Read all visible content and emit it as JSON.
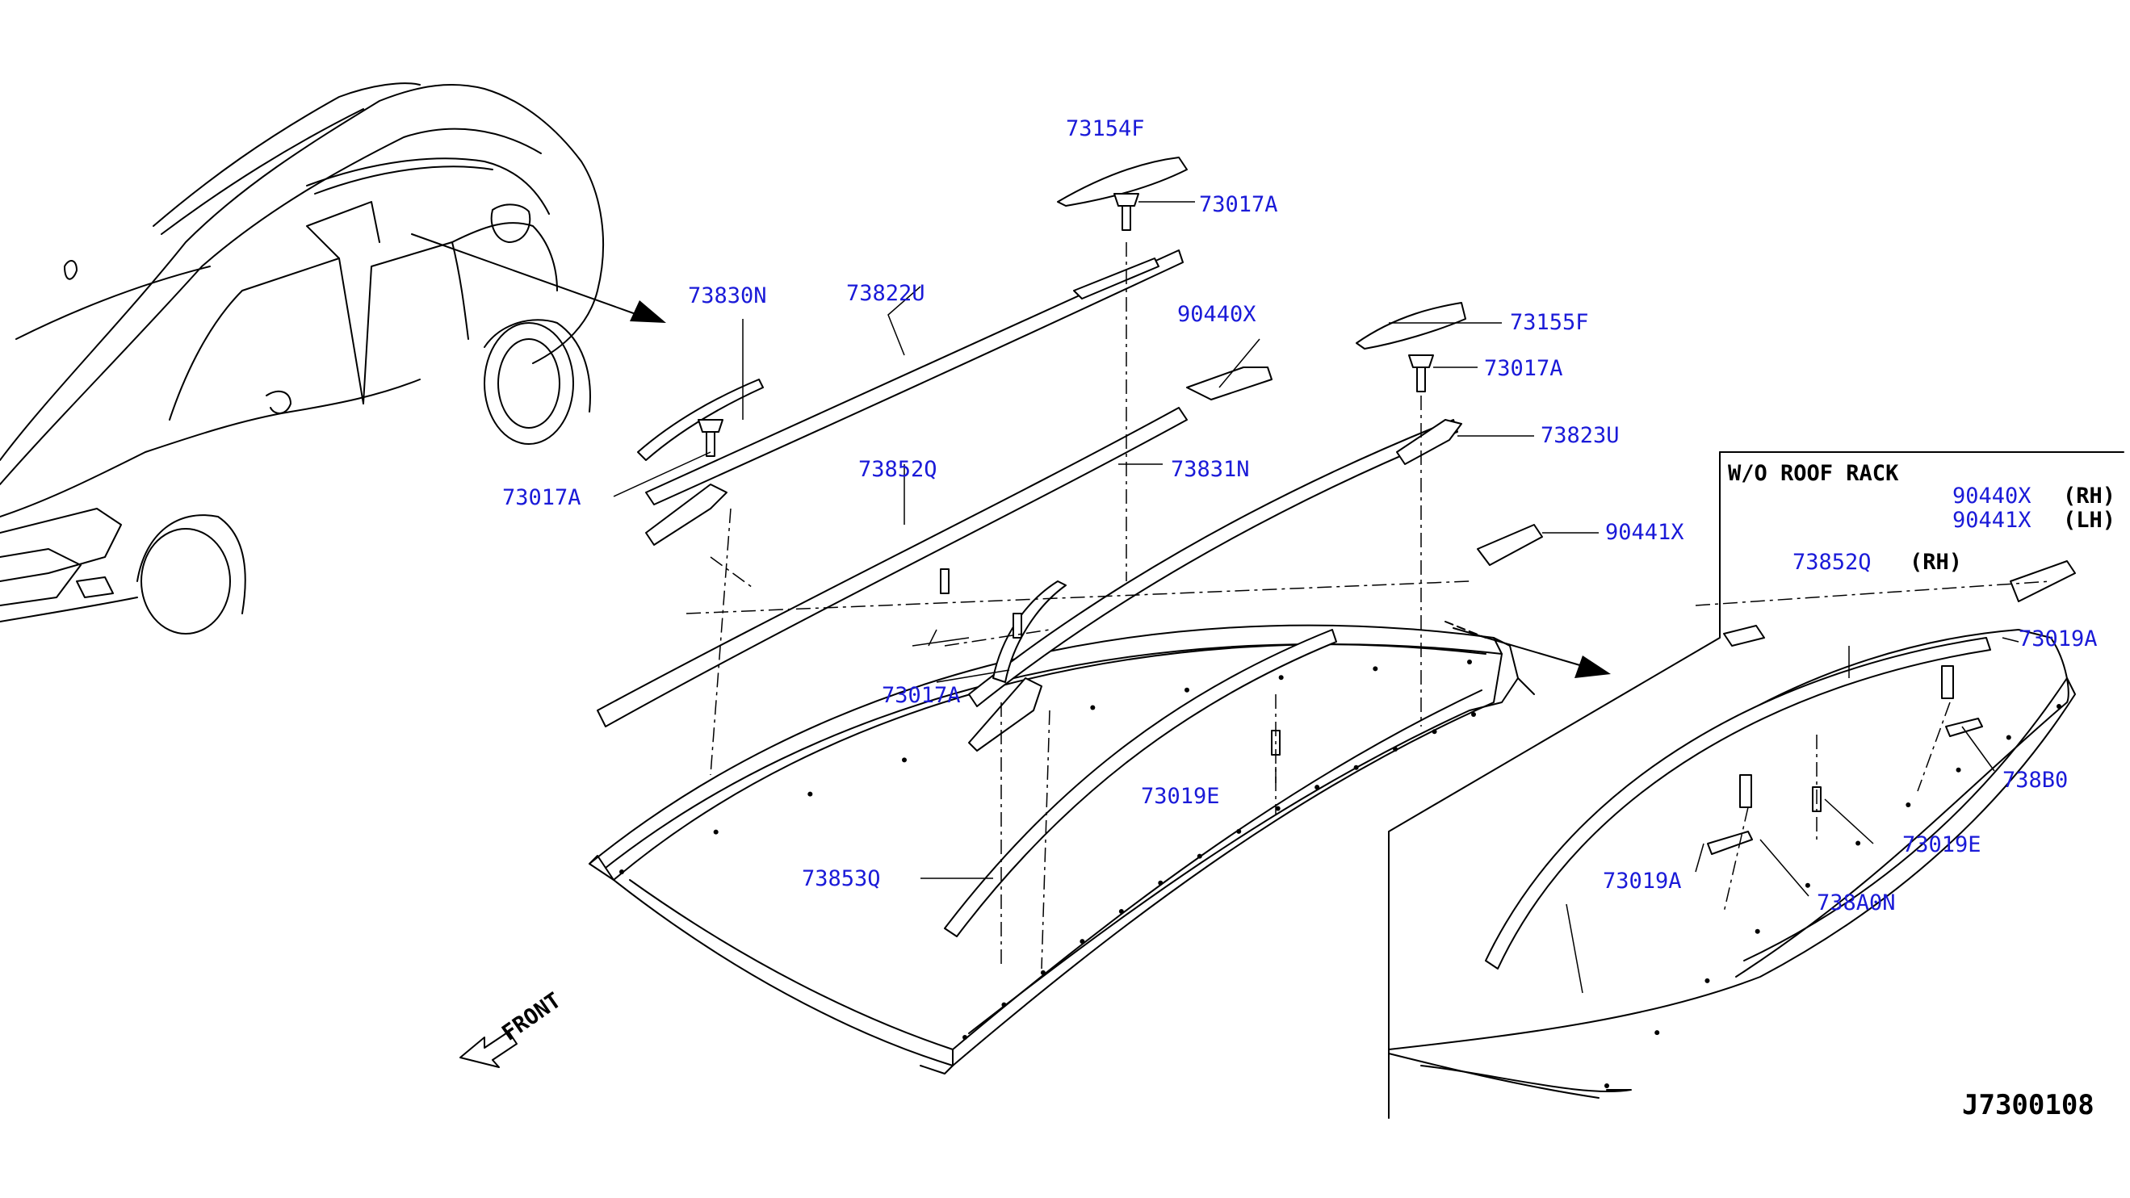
{
  "diagram": {
    "drawing_code": "J7300108",
    "inset_title": "W/O ROOF RACK",
    "front_label": "FRONT",
    "labels": {
      "p73154F": "73154F",
      "p73017A_top": "73017A",
      "p73830N": "73830N",
      "p73822U": "73822U",
      "p90440X": "90440X",
      "p73155F": "73155F",
      "p73017A_mid": "73017A",
      "p73823U": "73823U",
      "p73852Q": "73852Q",
      "p73831N": "73831N",
      "p73017A_left": "73017A",
      "p90441X": "90441X",
      "p73019E_main": "73019E",
      "p73853Q": "73853Q",
      "p73017A_lower": "73017A",
      "p73019A_inset_right": "73019A",
      "p738B0": "738B0",
      "p73019E_inset": "73019E",
      "p73019A_inset": "73019A",
      "p738A0N": "738A0N",
      "p73852Q_inset": "73852Q",
      "rh_inset": "(RH)",
      "p90440X_inset": "90440X",
      "p90441X_inset": "90441X",
      "rh_inset2": "(RH)",
      "lh_inset2": "(LH)"
    }
  }
}
